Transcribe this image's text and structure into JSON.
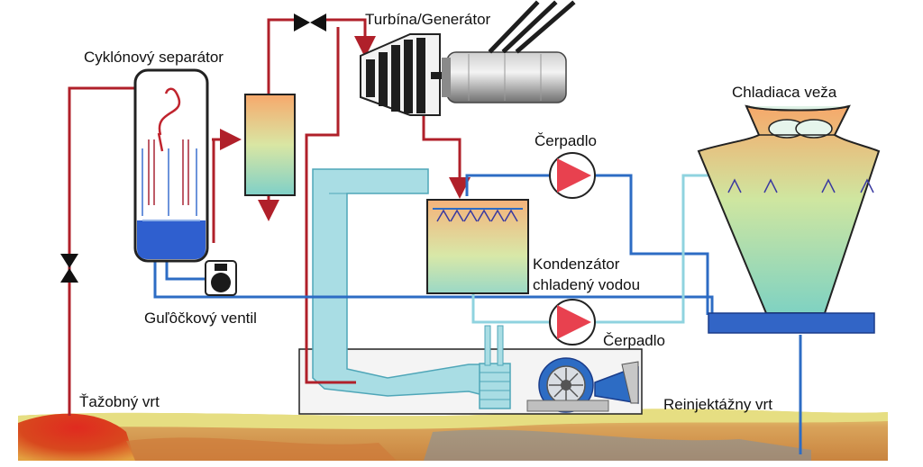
{
  "labels": {
    "turbine": "Turbína/Generátor",
    "separator": "Cyklónový separátor",
    "cooling_tower": "Chladiaca veža",
    "pump_top": "Čerpadlo",
    "condenser_line1": "Kondenzátor",
    "condenser_line2": "chladený vodou",
    "ball_valve": "Guľôčkový ventil",
    "pump_bottom": "Čerpadlo",
    "production_well": "Ťažobný vrt",
    "reinjection_well": "Reinjektážny vrt"
  },
  "colors": {
    "steam_pipe": "#b0202a",
    "cold_pipe": "#2d6cc4",
    "light_pipe": "#8fd3df",
    "pump": "#e8414f",
    "water": "#2f5fcf",
    "ground_top": "#e8d87a",
    "ground_hot": "#d8261e"
  }
}
